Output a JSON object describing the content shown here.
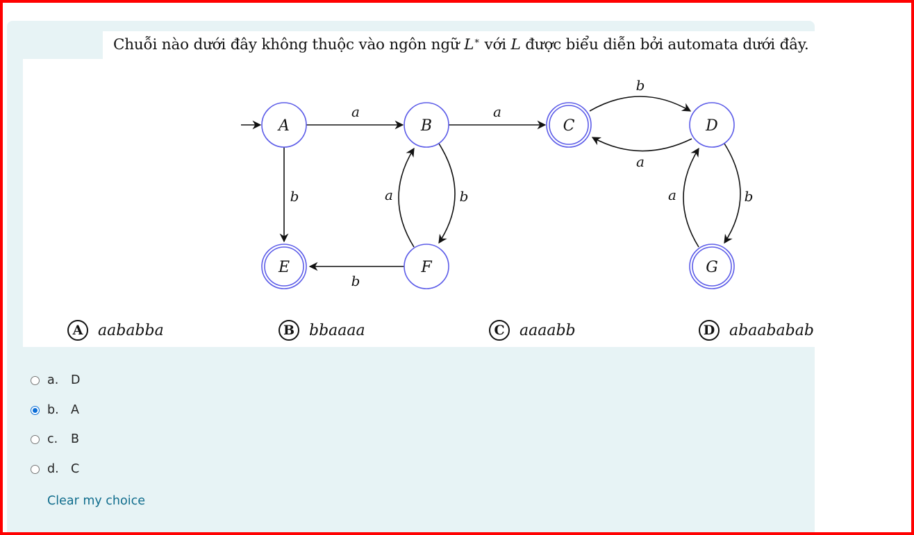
{
  "question": {
    "text_before": "Chuỗi nào dưới đây không thuộc vào ngôn ngữ ",
    "lang_symbol": "L",
    "lang_sup": "∗",
    "text_middle": " với ",
    "lang_symbol2": "L",
    "text_after": " được biểu diễn bởi automata dưới đây."
  },
  "automaton": {
    "states": [
      "A",
      "B",
      "C",
      "D",
      "E",
      "F",
      "G"
    ],
    "start_state": "A",
    "accepting_states": [
      "C",
      "E",
      "G"
    ],
    "transitions": [
      {
        "from": "A",
        "to": "B",
        "label": "a"
      },
      {
        "from": "B",
        "to": "C",
        "label": "a"
      },
      {
        "from": "C",
        "to": "D",
        "label": "b"
      },
      {
        "from": "D",
        "to": "C",
        "label": "a"
      },
      {
        "from": "A",
        "to": "E",
        "label": "b"
      },
      {
        "from": "B",
        "to": "F",
        "label": "b"
      },
      {
        "from": "F",
        "to": "B",
        "label": "a"
      },
      {
        "from": "F",
        "to": "E",
        "label": "b"
      },
      {
        "from": "D",
        "to": "G",
        "label": "b"
      },
      {
        "from": "G",
        "to": "D",
        "label": "a"
      }
    ],
    "colors": {
      "node_stroke": "#5b5be8",
      "edge": "#111111"
    }
  },
  "choices": [
    {
      "letter": "A",
      "string": "aababba"
    },
    {
      "letter": "B",
      "string": "bbaaaa"
    },
    {
      "letter": "C",
      "string": "aaaabb"
    },
    {
      "letter": "D",
      "string": "abaababab"
    }
  ],
  "answers": [
    {
      "num": "a.",
      "value": "D",
      "selected": false
    },
    {
      "num": "b.",
      "value": "A",
      "selected": true
    },
    {
      "num": "c.",
      "value": "B",
      "selected": false
    },
    {
      "num": "d.",
      "value": "C",
      "selected": false
    }
  ],
  "clear_label": "Clear my choice",
  "colors": {
    "card_bg": "#e7f3f5",
    "link": "#0f6c8c",
    "radio_checked": "#0b6ed6",
    "frame": "#ff0000"
  }
}
